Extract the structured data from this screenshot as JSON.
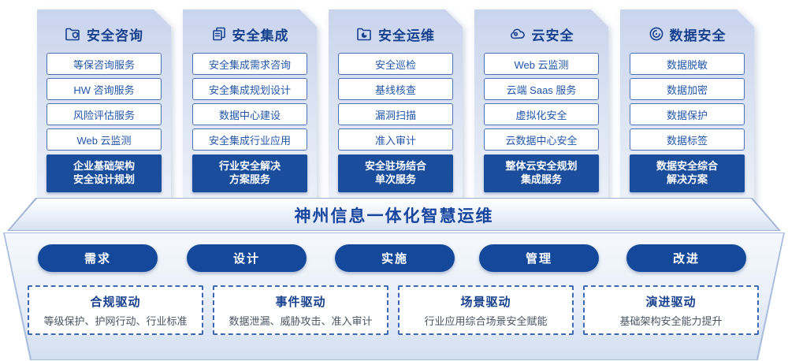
{
  "palette": {
    "accent_blue": "#1a4e9d",
    "pill_blue": "#14489a",
    "title_blue": "#17418f",
    "item_text_blue": "#2256a8",
    "desc_gray": "#4a5564"
  },
  "columns": [
    {
      "title": "安全咨询",
      "icon": "folder-shield-icon",
      "items": [
        "等保咨询服务",
        "HW 咨询服务",
        "风险评估服务",
        "Web 云监测"
      ],
      "footer_lines": [
        "企业基础架构",
        "安全设计规划"
      ]
    },
    {
      "title": "安全集成",
      "icon": "document-copy-icon",
      "items": [
        "安全集成需求咨询",
        "安全集成规划设计",
        "数据中心建设",
        "安全集成行业应用"
      ],
      "footer_lines": [
        "行业安全解决",
        "方案服务"
      ]
    },
    {
      "title": "安全运维",
      "icon": "folder-pie-icon",
      "items": [
        "安全巡检",
        "基线核查",
        "漏洞扫描",
        "准入审计"
      ],
      "footer_lines": [
        "安全驻场结合",
        "单次服务"
      ]
    },
    {
      "title": "云安全",
      "icon": "cloud-icon",
      "items": [
        "Web 云监测",
        "云端 Saas 服务",
        "虚拟化安全",
        "云数据中心安全"
      ],
      "footer_lines": [
        "整体云安全规划",
        "集成服务"
      ]
    },
    {
      "title": "数据安全",
      "icon": "fingerprint-icon",
      "items": [
        "数据脱敏",
        "数据加密",
        "数据保护",
        "数据标签"
      ],
      "footer_lines": [
        "数据安全综合",
        "解决方案"
      ]
    }
  ],
  "banner": {
    "title": "神州信息一体化智慧运维"
  },
  "process_steps": [
    {
      "label": "需求"
    },
    {
      "label": "设计"
    },
    {
      "label": "实施"
    },
    {
      "label": "管理"
    },
    {
      "label": "改进"
    }
  ],
  "drivers": [
    {
      "title": "合规驱动",
      "desc": "等级保护、护网行动、行业标准"
    },
    {
      "title": "事件驱动",
      "desc": "数据泄漏、威胁攻击、准入审计"
    },
    {
      "title": "场景驱动",
      "desc": "行业应用综合场景安全赋能"
    },
    {
      "title": "演进驱动",
      "desc": "基础架构安全能力提升"
    }
  ]
}
